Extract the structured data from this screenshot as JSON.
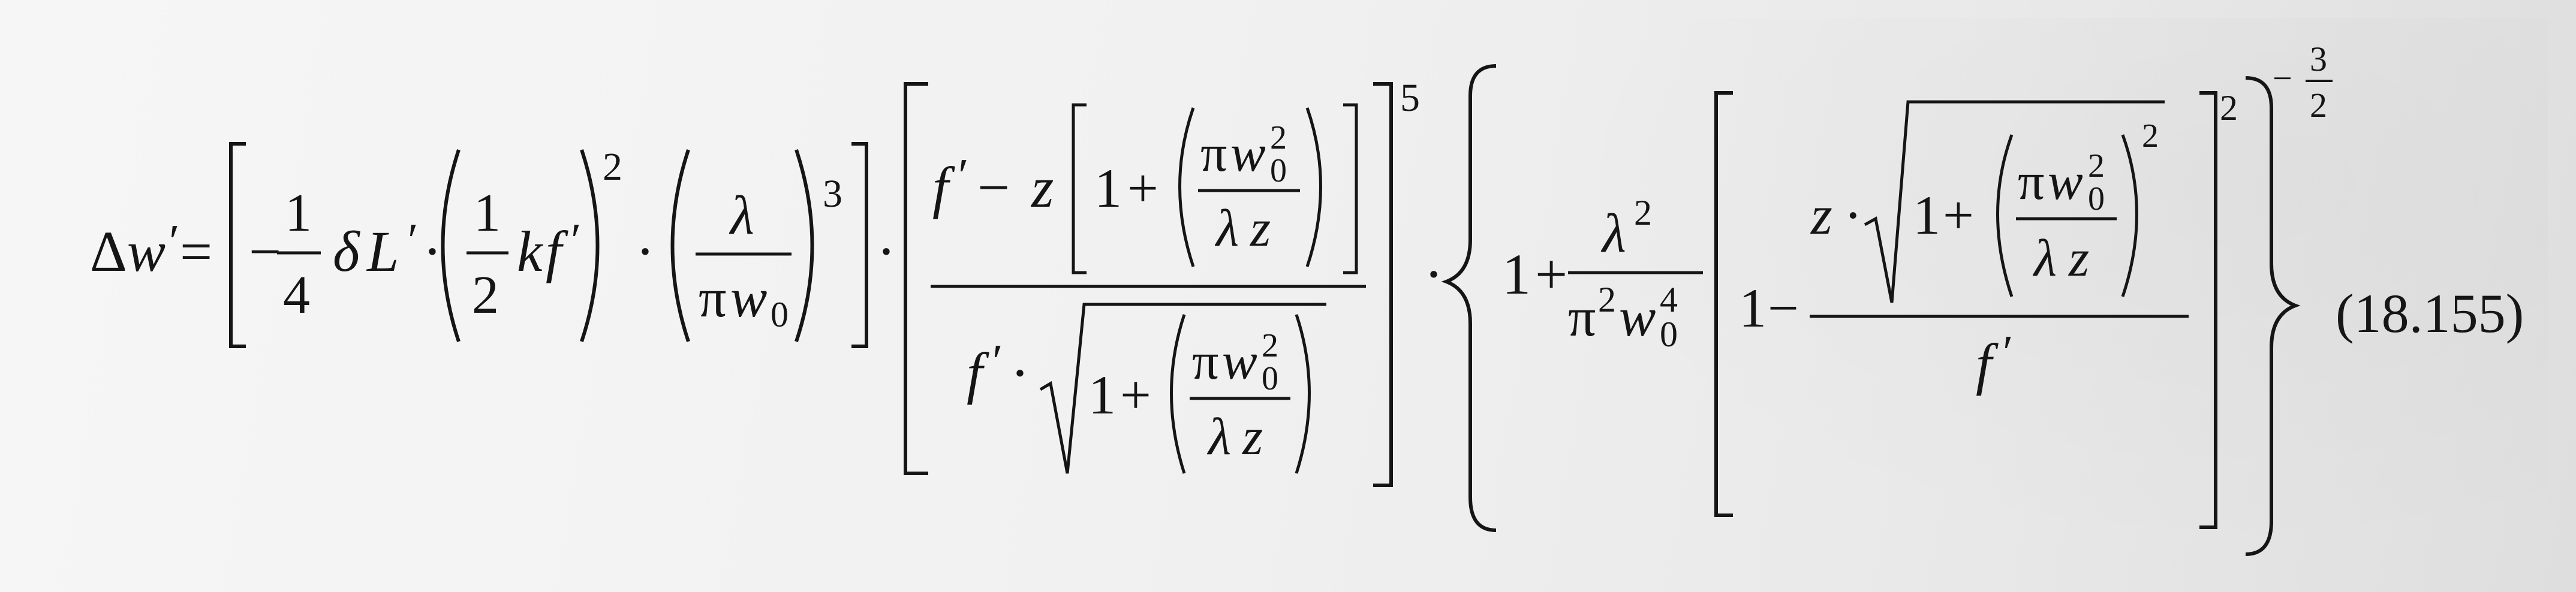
{
  "equation": {
    "lhs_delta": "Δ",
    "lhs_var": "w",
    "prime": "′",
    "equals": "=",
    "minus": "−",
    "plus": "+",
    "cdot": "·",
    "one": "1",
    "two": "2",
    "three": "3",
    "four": "4",
    "five": "5",
    "zero": "0",
    "delta": "δ",
    "L": "L",
    "k": "k",
    "f": "f",
    "z": "z",
    "lambda": "λ",
    "pi": "π",
    "w": "w",
    "neg_sign": "−",
    "number": "(18.155)"
  }
}
